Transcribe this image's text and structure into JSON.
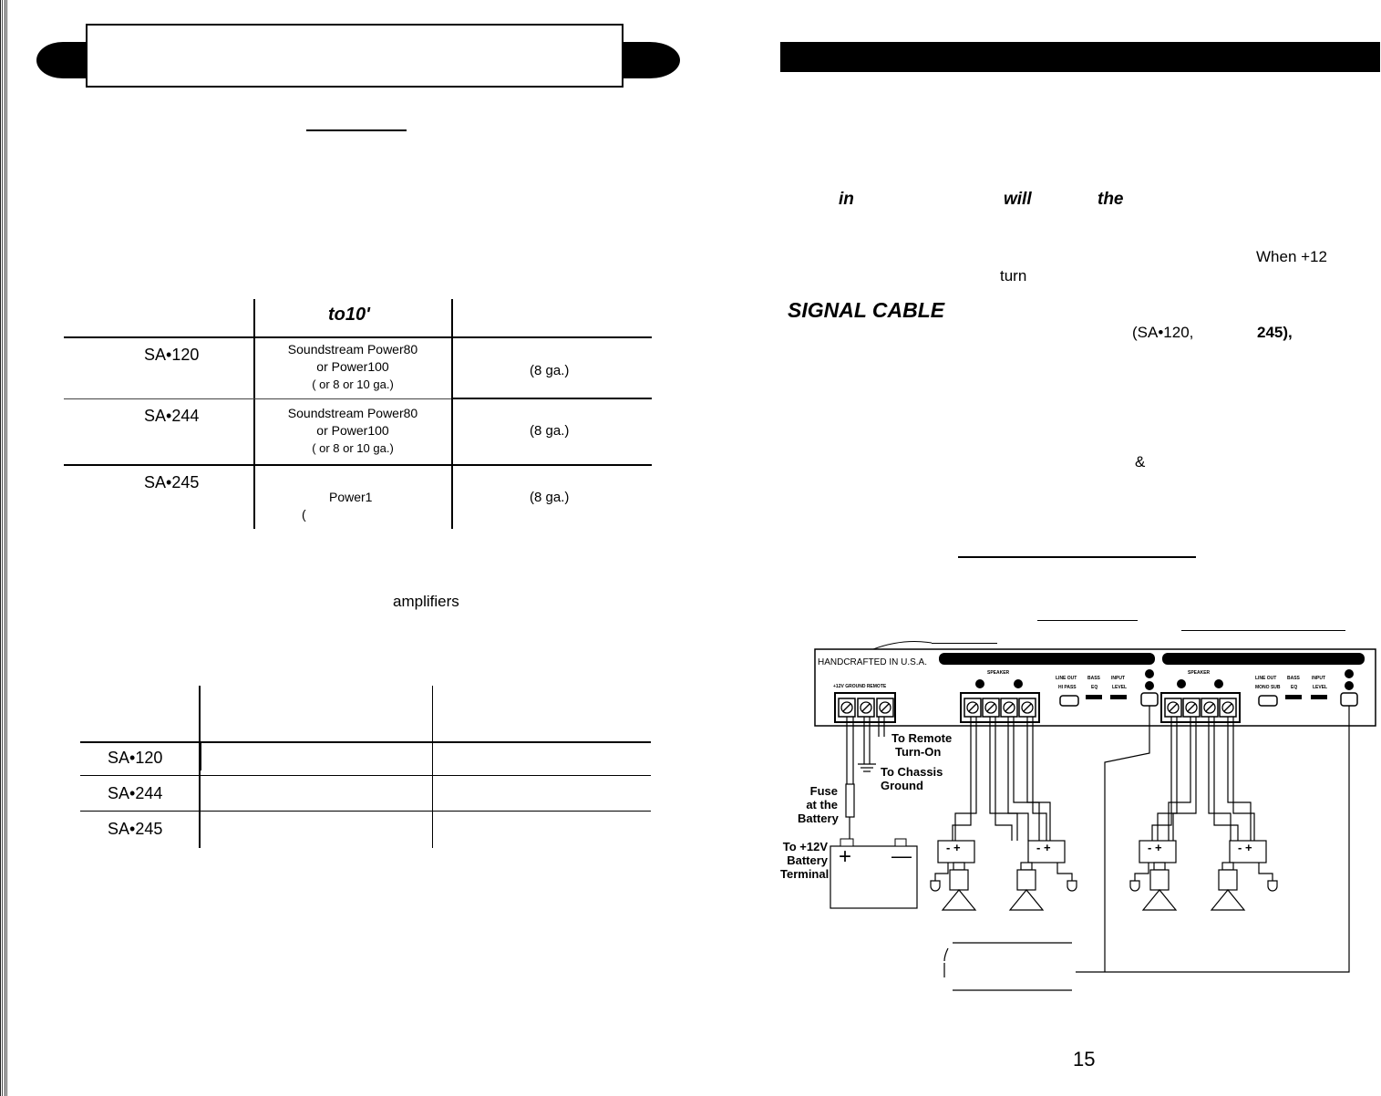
{
  "left_page": {
    "table1": {
      "header_mid": "to10'",
      "rows": [
        {
          "model": "SA•120",
          "cable": [
            "Soundstream Power80",
            "or Power100",
            "( or 8 or 10 ga.)"
          ],
          "right": "(8 ga.)"
        },
        {
          "model": "SA•244",
          "cable": [
            "Soundstream Power80",
            "or Power100",
            "( or 8 or 10 ga.)"
          ],
          "right": "(8 ga.)"
        },
        {
          "model": "SA•245",
          "cable": [
            "",
            "Power1",
            "("
          ],
          "right": "(8 ga.)"
        }
      ]
    },
    "note_word": "amplifiers",
    "table2": {
      "rows": [
        {
          "model": "SA•120"
        },
        {
          "model": "SA•244"
        },
        {
          "model": "SA•245"
        }
      ]
    }
  },
  "right_page": {
    "line1_words": [
      "in",
      "will",
      "the"
    ],
    "line2_right": "When +12",
    "line3_word": "turn",
    "section_heading": "SIGNAL CABLE",
    "models_left": "(SA•120,",
    "models_right": "245),",
    "ampersand": "&",
    "page_number": "15"
  },
  "diagram": {
    "handcrafted": "HANDCRAFTED IN U.S.A.",
    "terminal_label": "+12V GROUND REMOTE",
    "speaker_label": "SPEAKER",
    "ch1_controls": [
      "LINE OUT",
      "BASS",
      "INPUT"
    ],
    "ch1_controls_sub": [
      "HI PASS",
      "EQ",
      "LEVEL"
    ],
    "ch2_controls": [
      "LINE OUT",
      "BASS",
      "INPUT"
    ],
    "ch2_controls_sub": [
      "MONO SUB",
      "EQ",
      "LEVEL"
    ],
    "remote_label": [
      "To Remote",
      "Turn-On"
    ],
    "chassis_label": [
      "To Chassis",
      "Ground"
    ],
    "fuse_label": [
      "Fuse",
      "at the",
      "Battery"
    ],
    "battery_label": [
      "To +12V",
      "Battery",
      "Terminal"
    ],
    "battery_plus": "+",
    "battery_minus": "—",
    "speaker_terminals": "-  +"
  }
}
